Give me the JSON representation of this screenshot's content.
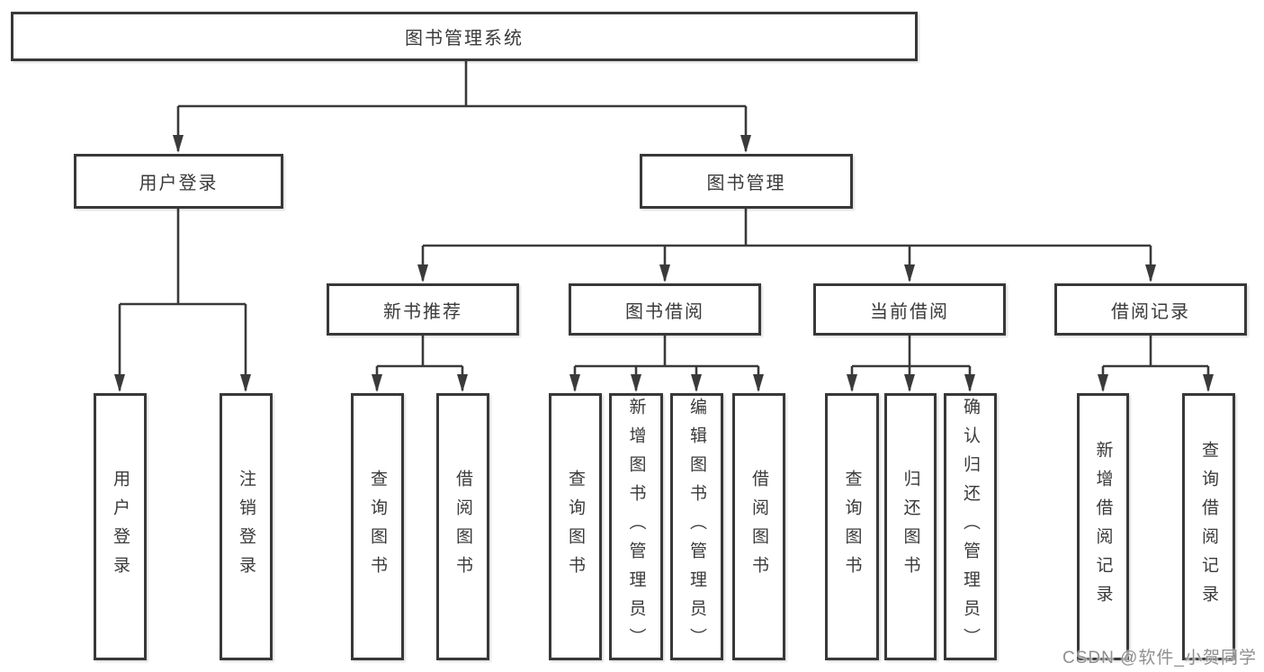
{
  "root": {
    "label": "图书管理系统"
  },
  "branches": [
    {
      "label": "用户登录",
      "children": [
        {
          "label": "用户登录"
        },
        {
          "label": "注销登录"
        }
      ]
    },
    {
      "label": "图书管理",
      "children": [
        {
          "label": "新书推荐",
          "children": [
            {
              "label": "查询图书"
            },
            {
              "label": "借阅图书"
            }
          ]
        },
        {
          "label": "图书借阅",
          "children": [
            {
              "label": "查询图书"
            },
            {
              "label": "新增图书（管理员）"
            },
            {
              "label": "编辑图书（管理员）"
            },
            {
              "label": "借阅图书"
            }
          ]
        },
        {
          "label": "当前借阅",
          "children": [
            {
              "label": "查询图书"
            },
            {
              "label": "归还图书"
            },
            {
              "label": "确认归还（管理员）"
            }
          ]
        },
        {
          "label": "借阅记录",
          "children": [
            {
              "label": "新增借阅记录"
            },
            {
              "label": "查询借阅记录"
            }
          ]
        }
      ]
    }
  ],
  "watermark": {
    "text": "CSDN @软件_小贺同学"
  },
  "colors": {
    "line": "#3a3a3a",
    "border": "#383838",
    "text": "#3a3a3a",
    "background": "#ffffff",
    "watermark": "#8f8f8f"
  }
}
